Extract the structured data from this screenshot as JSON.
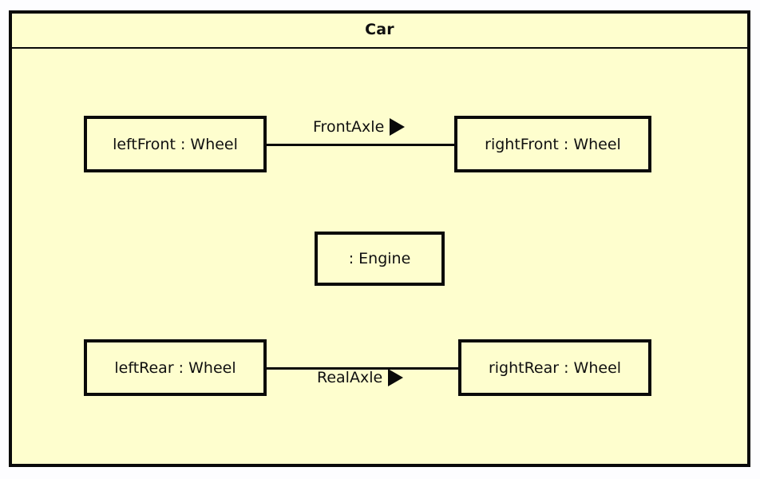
{
  "diagram": {
    "kind": "uml-composite-structure-diagram",
    "classifier_name": "Car",
    "background_color": "#fdfdff",
    "fill_color": "#fefece",
    "line_color": "#0a0a0a"
  },
  "parts": [
    {
      "id": "left-front",
      "label": "leftFront : Wheel",
      "role": "leftFront",
      "type": "Wheel"
    },
    {
      "id": "right-front",
      "label": "rightFront : Wheel",
      "role": "rightFront",
      "type": "Wheel"
    },
    {
      "id": "engine",
      "label": ": Engine",
      "role": "",
      "type": "Engine"
    },
    {
      "id": "left-rear",
      "label": "leftRear : Wheel",
      "role": "leftRear",
      "type": "Wheel"
    },
    {
      "id": "right-rear",
      "label": "rightRear : Wheel",
      "role": "rightRear",
      "type": "Wheel"
    }
  ],
  "connectors": [
    {
      "id": "front-axle",
      "label": "FrontAxle",
      "from": "left-front",
      "to": "right-front",
      "direction_marker": "filled-right-triangle"
    },
    {
      "id": "rear-axle",
      "label": "RealAxle",
      "from": "left-rear",
      "to": "right-rear",
      "direction_marker": "filled-right-triangle"
    }
  ]
}
